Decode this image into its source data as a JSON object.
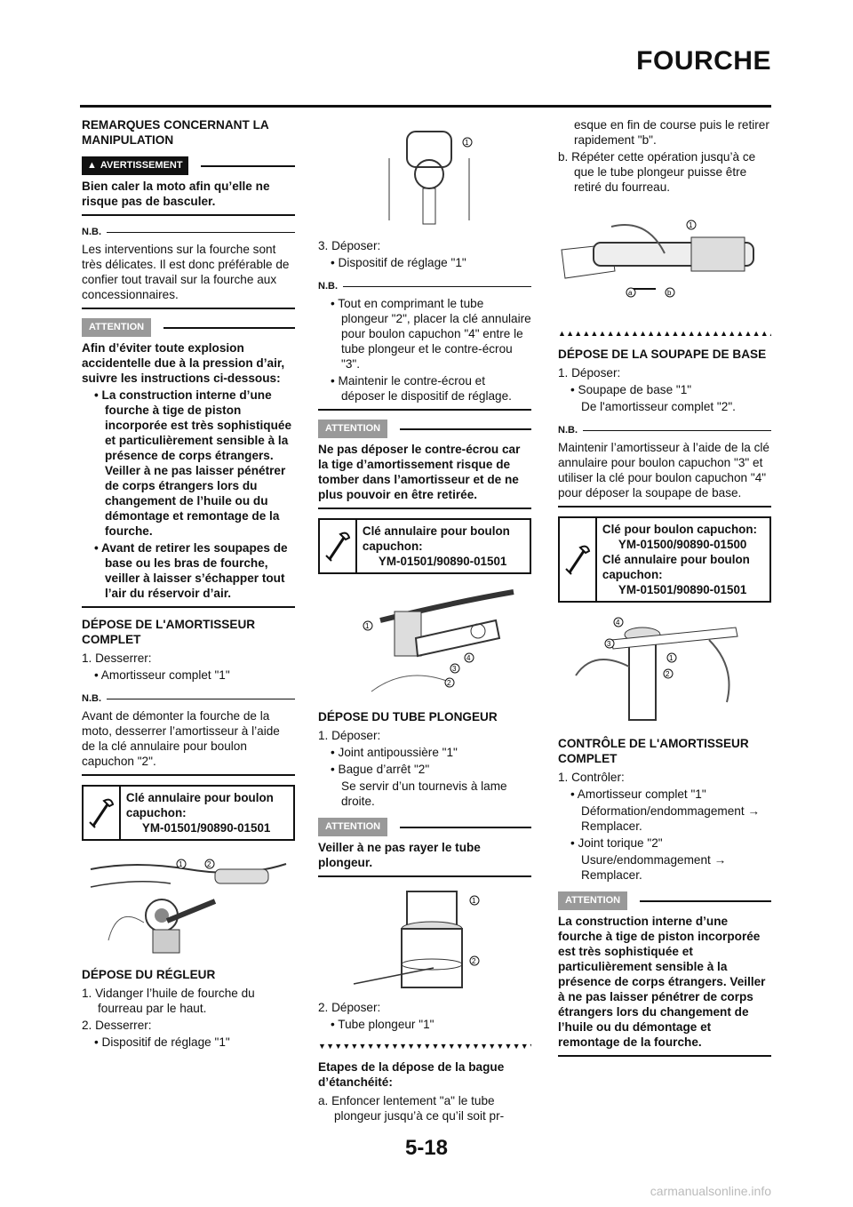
{
  "header": {
    "title": "FOURCHE"
  },
  "footer": {
    "page_number": "5-18",
    "watermark": "carmanualsonline.info"
  },
  "labels": {
    "warning": "AVERTISSEMENT",
    "attention": "ATTENTION",
    "nb": "N.B."
  },
  "col1": {
    "heading1": "REMARQUES CONCERNANT LA MANIPULATION",
    "warning_text": "Bien caler la moto afin qu’elle ne risque pas de basculer.",
    "nb1": "Les interventions sur la fourche sont très délicates. Il est donc préférable de confier tout travail sur la fourche aux concessionnaires.",
    "attention1_intro": "Afin d’éviter toute explosion accidentelle due à la pression d’air, suivre les instructions ci-dessous:",
    "attention1_b1": "La construction interne d’une fourche à tige de piston incorporée est très sophistiquée et particulièrement sensible à la présence de corps étrangers. Veiller à ne pas laisser pénétrer de corps étrangers lors du changement de l’huile ou du démontage et remontage de la fourche.",
    "attention1_b2": "Avant de retirer les soupapes de base ou les bras de fourche, veiller à laisser s’échapper tout l’air du réservoir d’air.",
    "heading2": "DÉPOSE DE L'AMORTISSEUR COMPLET",
    "step1": "1. Desserrer:",
    "step1_b": "Amortisseur complet \"1\"",
    "nb2": "Avant de démonter la fourche de la moto, desserrer l’amortisseur à l’aide de la clé annulaire pour boulon capuchon \"2\".",
    "tool1_name": "Clé annulaire pour boulon capuchon:",
    "tool1_code": "YM-01501/90890-01501",
    "heading3": "DÉPOSE DU RÉGLEUR",
    "step3_1": "1. Vidanger l’huile de fourche du fourreau par le haut.",
    "step3_2": "2. Desserrer:",
    "step3_2b": "Dispositif de réglage \"1\""
  },
  "col2": {
    "step3": "3. Déposer:",
    "step3_b": "Dispositif de réglage \"1\"",
    "nb_b1": "Tout en comprimant le tube plongeur \"2\", placer la clé annulaire pour boulon capuchon \"4\" entre le tube plongeur et le contre-écrou \"3\".",
    "nb_b2": "Maintenir le contre-écrou et déposer le dispositif de réglage.",
    "attention2": "Ne pas déposer le contre-écrou car la tige d’amortissement risque de tomber dans l’amortisseur et de ne plus pouvoir en être retirée.",
    "tool2_name": "Clé annulaire pour boulon capuchon:",
    "tool2_code": "YM-01501/90890-01501",
    "heading4": "DÉPOSE DU TUBE PLONGEUR",
    "step4_1": "1. Déposer:",
    "step4_b1": "Joint antipoussière \"1\"",
    "step4_b2": "Bague d’arrêt \"2\"",
    "step4_b2_note": "Se servir d’un tournevis à lame droite.",
    "attention3": "Veiller à ne pas rayer le tube plongeur.",
    "step4_2": "2. Déposer:",
    "step4_2b": "Tube plongeur \"1\"",
    "seal_heading": "Etapes de la dépose de la bague d’étanchéité:",
    "seal_a": "a. Enfoncer lentement \"a\" le tube plongeur jusqu’à ce qu’il soit pr-"
  },
  "col3": {
    "seal_a_cont": "esque en fin de course puis le retirer rapidement \"b\".",
    "seal_b": "b. Répéter cette opération jusqu’à ce que le tube plongeur puisse être retiré du fourreau.",
    "heading5": "DÉPOSE DE LA SOUPAPE DE BASE",
    "step5_1": "1. Déposer:",
    "step5_b1": "Soupape de base \"1\"",
    "step5_b1_note": "De l'amortisseur complet \"2\".",
    "nb3": "Maintenir l’amortisseur à l’aide de la clé annulaire pour boulon capuchon \"3\" et utiliser la clé pour boulon capuchon \"4\" pour déposer la soupape de base.",
    "tool3_name1": "Clé pour boulon capuchon:",
    "tool3_code1": "YM-01500/90890-01500",
    "tool3_name2": "Clé annulaire pour boulon capuchon:",
    "tool3_code2": "YM-01501/90890-01501",
    "heading6": "CONTRÔLE DE L'AMORTISSEUR COMPLET",
    "step6_1": "1. Contrôler:",
    "step6_b1": "Amortisseur complet \"1\"",
    "step6_b1_note": "Déformation/endommagement → Remplacer.",
    "step6_b2": "Joint torique \"2\"",
    "step6_b2_note": "Usure/endommagement → Remplacer.",
    "attention4": "La construction interne d’une fourche à tige de piston incorporée est très sophistiquée et particulièrement sensible à la présence de corps étrangers. Veiller à ne pas laisser pénétrer de corps étrangers lors du changement de l’huile ou du démontage et remontage de la fourche."
  },
  "figures": {
    "fig_adjuster_callouts": [
      "1"
    ],
    "fig_fork_callouts": [
      "1",
      "2"
    ],
    "fig_wrench_callouts": [
      "1",
      "4",
      "3",
      "2"
    ],
    "fig_tube_callouts": [
      "1",
      "2"
    ],
    "fig_pull_callouts": [
      "1",
      "a",
      "b"
    ],
    "fig_basevalve_callouts": [
      "4",
      "3",
      "1",
      "2"
    ]
  }
}
